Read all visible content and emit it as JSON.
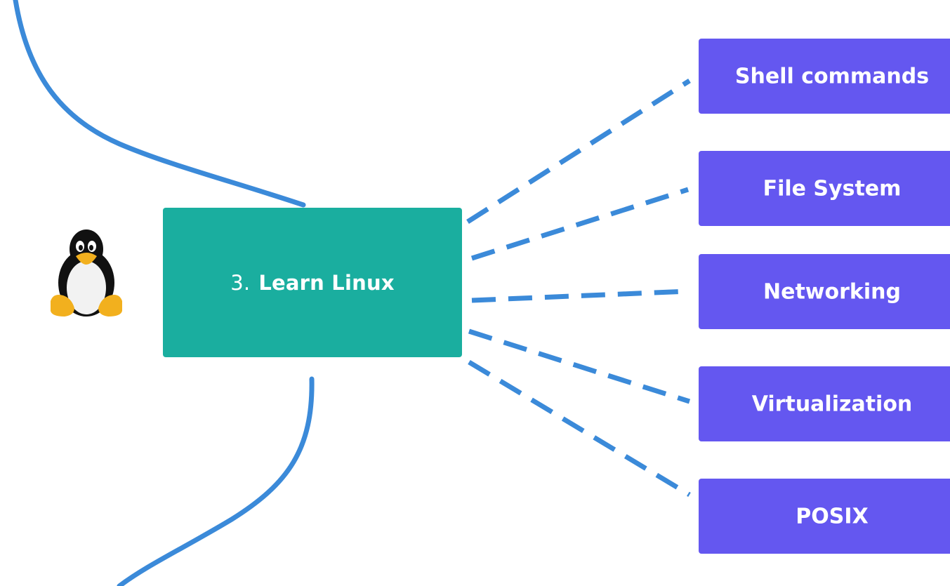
{
  "main_node": {
    "number": "3.",
    "title": "Learn Linux"
  },
  "topics": [
    {
      "label": "Shell commands"
    },
    {
      "label": "File System"
    },
    {
      "label": "Networking"
    },
    {
      "label": "Virtualization"
    },
    {
      "label": "POSIX"
    }
  ],
  "colors": {
    "main_node": "#1aae9f",
    "topic": "#6457f0",
    "connector": "#3b8ad9"
  },
  "icons": {
    "mascot": "tux-penguin-icon"
  }
}
